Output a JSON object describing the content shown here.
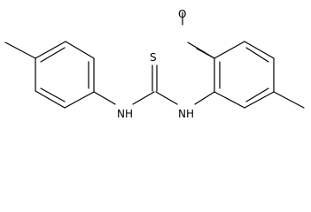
{
  "molecule": {
    "atoms": {
      "sulfur": "S",
      "oxygen": "O",
      "nh_left": "NH",
      "nh_right": "NH"
    }
  }
}
